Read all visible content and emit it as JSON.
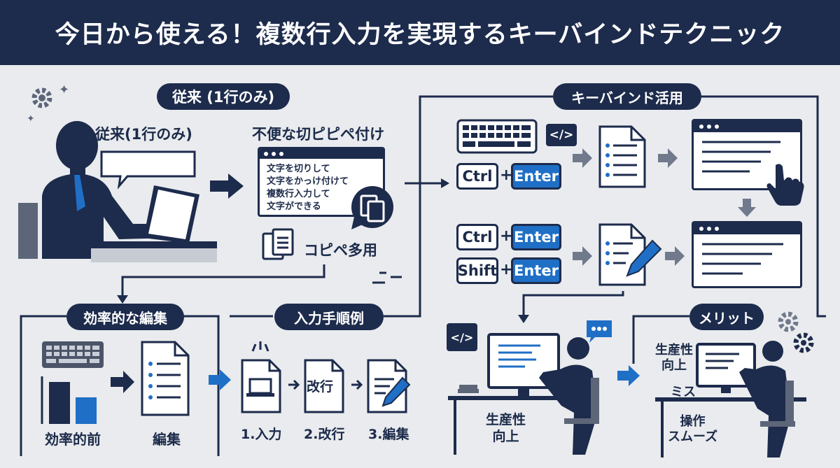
{
  "title": "今日から使える！複数行入力を実現するキーバインドテクニック",
  "legacy": {
    "pill": "従来 (1行のみ)",
    "bubble_label": "従来(1行のみ)",
    "heading": "不便な切ピピペ付け",
    "window_lines": [
      "文字を切りして",
      "文字をかっけ付けて",
      "複数行入力して",
      "文字ができる"
    ],
    "copy_label": "コピペ多用"
  },
  "editing": {
    "pill": "効率的な編集",
    "before_label": "効率的前",
    "after_label": "編集"
  },
  "steps": {
    "pill": "入力手順例",
    "middle_doc": "改行",
    "labels": [
      "1.入力",
      "2.改行",
      "3.編集"
    ]
  },
  "keybind": {
    "pill": "キーバインド活用",
    "keys": {
      "ctrl": "Ctrl",
      "enter": "Enter",
      "shift": "Shift",
      "plus": "+"
    }
  },
  "merit": {
    "pill": "メリット",
    "desk_left": [
      "生産性",
      "向上"
    ],
    "right_top": [
      "生産性",
      "向上"
    ],
    "right_mid": "ミス",
    "right_bottom": [
      "操作",
      "スムーズ"
    ]
  },
  "colors": {
    "navy": "#1d2b4c",
    "accent_blue": "#1f6fc6",
    "background": "#e9ebee"
  },
  "icons": [
    "gear-icon",
    "sparkle-icon",
    "keyboard-icon",
    "code-icon",
    "document-icon",
    "window-icon",
    "cursor-hand-icon",
    "pencil-icon",
    "copy-icon",
    "chat-icon",
    "arrow-icon",
    "person-icon",
    "laptop-icon"
  ]
}
